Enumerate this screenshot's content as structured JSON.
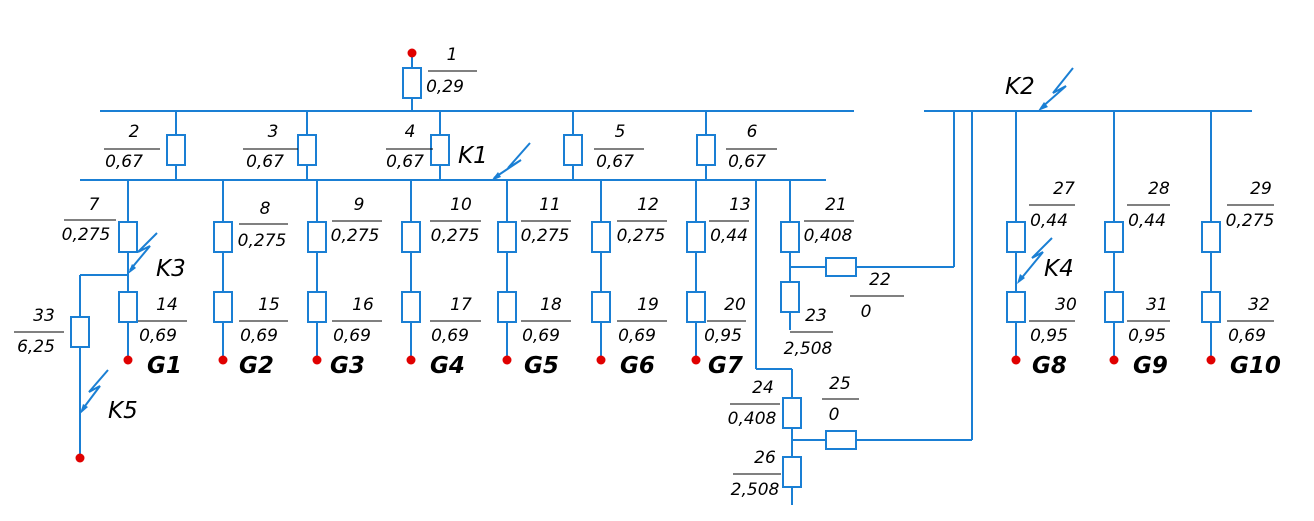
{
  "elements": {
    "e1": {
      "n": "1",
      "v": "0,29"
    },
    "e2": {
      "n": "2",
      "v": "0,67"
    },
    "e3": {
      "n": "3",
      "v": "0,67"
    },
    "e4": {
      "n": "4",
      "v": "0,67"
    },
    "e5": {
      "n": "5",
      "v": "0,67"
    },
    "e6": {
      "n": "6",
      "v": "0,67"
    },
    "e7": {
      "n": "7",
      "v": "0,275"
    },
    "e8": {
      "n": "8",
      "v": "0,275"
    },
    "e9": {
      "n": "9",
      "v": "0,275"
    },
    "e10": {
      "n": "10",
      "v": "0,275"
    },
    "e11": {
      "n": "11",
      "v": "0,275"
    },
    "e12": {
      "n": "12",
      "v": "0,275"
    },
    "e13": {
      "n": "13",
      "v": "0,44"
    },
    "e14": {
      "n": "14",
      "v": "0,69"
    },
    "e15": {
      "n": "15",
      "v": "0,69"
    },
    "e16": {
      "n": "16",
      "v": "0,69"
    },
    "e17": {
      "n": "17",
      "v": "0,69"
    },
    "e18": {
      "n": "18",
      "v": "0,69"
    },
    "e19": {
      "n": "19",
      "v": "0,69"
    },
    "e20": {
      "n": "20",
      "v": "0,95"
    },
    "e21": {
      "n": "21",
      "v": "0,408"
    },
    "e22": {
      "n": "22",
      "v": "0"
    },
    "e23": {
      "n": "23",
      "v": "2,508"
    },
    "e24": {
      "n": "24",
      "v": "0,408"
    },
    "e25": {
      "n": "25",
      "v": "0"
    },
    "e26": {
      "n": "26",
      "v": "2,508"
    },
    "e27": {
      "n": "27",
      "v": "0,44"
    },
    "e28": {
      "n": "28",
      "v": "0,44"
    },
    "e29": {
      "n": "29",
      "v": "0,275"
    },
    "e30": {
      "n": "30",
      "v": "0,95"
    },
    "e31": {
      "n": "31",
      "v": "0,95"
    },
    "e32": {
      "n": "32",
      "v": "0,69"
    },
    "e33": {
      "n": "33",
      "v": "6,25"
    }
  },
  "generators": {
    "g1": "G1",
    "g2": "G2",
    "g3": "G3",
    "g4": "G4",
    "g5": "G5",
    "g6": "G6",
    "g7": "G7",
    "g8": "G8",
    "g9": "G9",
    "g10": "G10"
  },
  "faults": {
    "k1": "K1",
    "k2": "K2",
    "k3": "K3",
    "k4": "K4",
    "k5": "K5"
  },
  "colors": {
    "line": "#1a7fd4",
    "node": "#e00000",
    "text": "#000000"
  }
}
